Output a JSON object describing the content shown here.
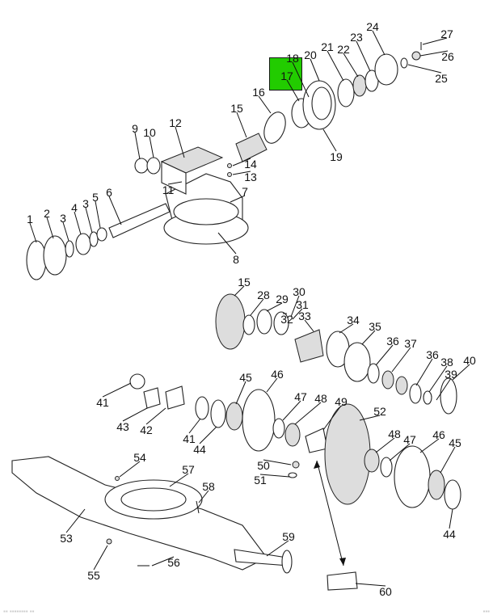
{
  "diagram": {
    "highlight_color": "#22cc00",
    "highlighted_part": "17",
    "callouts": [
      "1",
      "2",
      "3",
      "4",
      "3",
      "5",
      "6",
      "7",
      "8",
      "9",
      "10",
      "11",
      "12",
      "13",
      "14",
      "15",
      "16",
      "17",
      "18",
      "19",
      "20",
      "21",
      "22",
      "23",
      "24",
      "25",
      "26",
      "27",
      "15",
      "28",
      "29",
      "30",
      "31",
      "32",
      "33",
      "34",
      "35",
      "36",
      "37",
      "36",
      "38",
      "39",
      "40",
      "41",
      "43",
      "42",
      "41",
      "44",
      "45",
      "46",
      "47",
      "48",
      "49",
      "52",
      "48",
      "47",
      "46",
      "45",
      "44",
      "50",
      "51",
      "54",
      "57",
      "58",
      "53",
      "55",
      "56",
      "59",
      "60"
    ]
  }
}
